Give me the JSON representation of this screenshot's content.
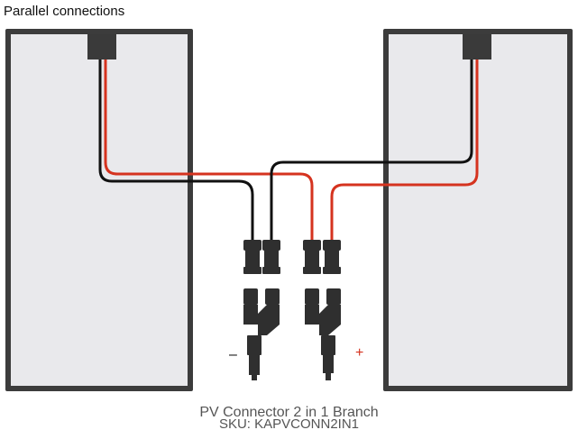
{
  "title": "Parallel connections",
  "caption": {
    "product": "PV Connector 2 in 1 Branch",
    "sku": "SKU: KAPVCONN2IN1"
  },
  "polarity": {
    "negative": "–",
    "positive": "+"
  },
  "colors": {
    "panel_frame": "#3a3a3a",
    "panel_fill": "#e9e9ec",
    "junction_box": "#3a3a3a",
    "wire_positive": "#d5331f",
    "wire_negative": "#111111",
    "connector": "#2f2f2f",
    "positive_sign": "#d5331f"
  },
  "icons": [
    "solar-panel-icon",
    "junction-box-icon",
    "mc4-connector-icon",
    "branch-connector-icon"
  ]
}
